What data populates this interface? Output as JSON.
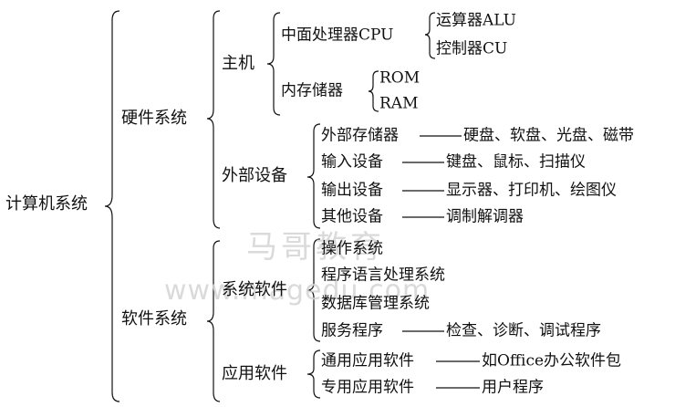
{
  "root": "计算机系统",
  "hardware": {
    "label": "硬件系统",
    "host": {
      "label": "主机",
      "cpu": {
        "label": "中面处理器CPU",
        "alu": "运算器ALU",
        "cu": "控制器CU"
      },
      "memory": {
        "label": "内存储器",
        "rom": "ROM",
        "ram": "RAM"
      }
    },
    "peripherals": {
      "label": "外部设备",
      "items": [
        {
          "name": "外部存储器",
          "detail": "硬盘、软盘、光盘、磁带"
        },
        {
          "name": "输入设备",
          "detail": "键盘、鼠标、扫描仪"
        },
        {
          "name": "输出设备",
          "detail": "显示器、打印机、绘图仪"
        },
        {
          "name": "其他设备",
          "detail": "调制解调器"
        }
      ]
    }
  },
  "software": {
    "label": "软件系统",
    "system": {
      "label": "系统软件",
      "items": [
        {
          "name": "操作系统",
          "detail": ""
        },
        {
          "name": "程序语言处理系统",
          "detail": ""
        },
        {
          "name": "数据库管理系统",
          "detail": ""
        },
        {
          "name": "服务程序",
          "detail": "检查、诊断、调试程序"
        }
      ]
    },
    "application": {
      "label": "应用软件",
      "items": [
        {
          "name": "通用应用软件",
          "detail": "如Office办公软件包"
        },
        {
          "name": "专用应用软件",
          "detail": "用户程序"
        }
      ]
    }
  },
  "watermark": {
    "line1": "马哥教育",
    "line2": "www.magedu.com"
  }
}
